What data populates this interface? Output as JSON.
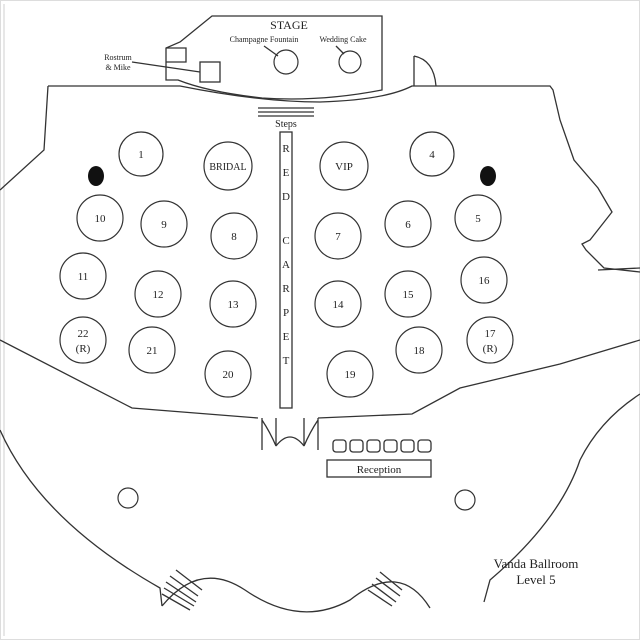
{
  "venue": {
    "name": "Vanda Ballroom",
    "level": "Level 5"
  },
  "labels": {
    "stage": "STAGE",
    "champagne": "Champagne Fountain",
    "cake": "Wedding Cake",
    "rostrum_line1": "Rostrum",
    "rostrum_line2": "& Mike",
    "steps": "Steps",
    "carpet_letters": [
      "R",
      "E",
      "D",
      "C",
      "A",
      "R",
      "P",
      "E",
      "T"
    ],
    "reception": "Reception"
  },
  "tables": [
    {
      "id": "1",
      "label": "1"
    },
    {
      "id": "bridal",
      "label": "BRIDAL"
    },
    {
      "id": "vip",
      "label": "VIP"
    },
    {
      "id": "4",
      "label": "4"
    },
    {
      "id": "10",
      "label": "10"
    },
    {
      "id": "9",
      "label": "9"
    },
    {
      "id": "8",
      "label": "8"
    },
    {
      "id": "7",
      "label": "7"
    },
    {
      "id": "6",
      "label": "6"
    },
    {
      "id": "5",
      "label": "5"
    },
    {
      "id": "11",
      "label": "11"
    },
    {
      "id": "12",
      "label": "12"
    },
    {
      "id": "13",
      "label": "13"
    },
    {
      "id": "14",
      "label": "14"
    },
    {
      "id": "15",
      "label": "15"
    },
    {
      "id": "16",
      "label": "16"
    },
    {
      "id": "22",
      "label": "22",
      "sub": "(R)"
    },
    {
      "id": "21",
      "label": "21"
    },
    {
      "id": "20",
      "label": "20"
    },
    {
      "id": "19",
      "label": "19"
    },
    {
      "id": "18",
      "label": "18"
    },
    {
      "id": "17",
      "label": "17",
      "sub": "(R)"
    }
  ]
}
